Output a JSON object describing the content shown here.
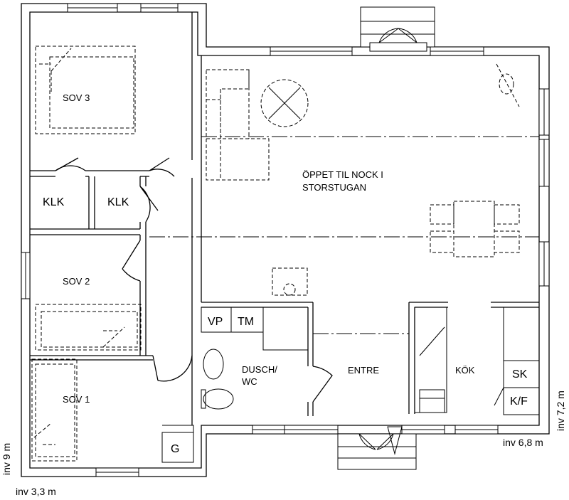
{
  "rooms": {
    "sov3": "SOV 3",
    "klk_left": "KLK",
    "klk_right": "KLK",
    "sov2": "SOV 2",
    "sov1": "SOV 1",
    "g_box": "G",
    "vp": "VP",
    "tm": "TM",
    "dusch_line1": "DUSCH/",
    "dusch_line2": "WC",
    "entre": "ENTRE",
    "kok": "KÖK",
    "sk": "SK",
    "kf": "K/F",
    "storstugan_line1": "ÖPPET TIL NOCK I",
    "storstugan_line2": "STORSTUGAN"
  },
  "dimensions": {
    "left": "inv 9 m",
    "bottom_left": "inv 3,3 m",
    "bottom_right": "inv 6,8 m",
    "right": "inv 7,2 m"
  },
  "colors": {
    "line": "#000000",
    "background": "#ffffff"
  }
}
